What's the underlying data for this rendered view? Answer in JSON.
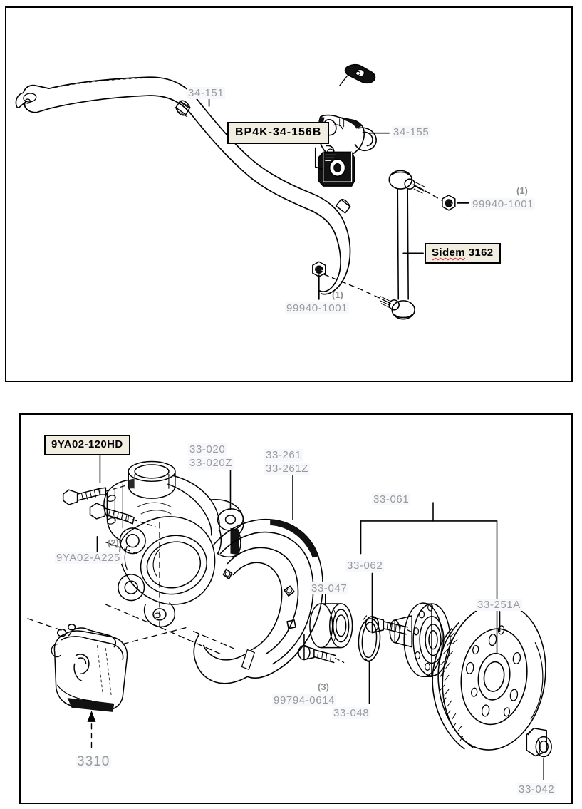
{
  "page": {
    "title": "Mazda front suspension and front brake exploded parts diagram",
    "background": "#ffffff"
  },
  "colors": {
    "label_gray": "#9a9a9a",
    "label_highlight_bg": "#f6f8fb",
    "box_bg": "#f2ede1",
    "box_border": "#000000",
    "spellcheck_underline": "#e03030",
    "line": "#000000"
  },
  "panels": [
    {
      "id": "stabilizer",
      "name": "Stabilizer bar panel",
      "labels": [
        {
          "id": "p34151",
          "text": "34-151",
          "type": "gray"
        },
        {
          "id": "p34155",
          "text": "34-155",
          "type": "gray"
        },
        {
          "id": "p99940a",
          "text": "99940-1001",
          "type": "gray",
          "qty": "(1)"
        },
        {
          "id": "p99940b",
          "text": "99940-1001",
          "type": "gray",
          "qty": "(1)"
        },
        {
          "id": "bp4k",
          "text": "BP4K-34-156B",
          "type": "box"
        },
        {
          "id": "sidem",
          "text_a": "Sidem",
          "text_b": " 3162",
          "type": "box",
          "spellcheck": true
        }
      ]
    },
    {
      "id": "brake",
      "name": "Front brake and knuckle panel",
      "labels": [
        {
          "id": "p9ya02_120hd",
          "text": "9YA02-120HD",
          "type": "box"
        },
        {
          "id": "p9ya02_a225",
          "text": "9YA02-A225",
          "type": "gray",
          "qty": "(2)"
        },
        {
          "id": "p33020",
          "text": "33-020",
          "type": "gray"
        },
        {
          "id": "p33020z",
          "text": "33-020Z",
          "type": "gray"
        },
        {
          "id": "p33261",
          "text": "33-261",
          "type": "gray"
        },
        {
          "id": "p33261z",
          "text": "33-261Z",
          "type": "gray"
        },
        {
          "id": "p33061",
          "text": "33-061",
          "type": "gray"
        },
        {
          "id": "p33062",
          "text": "33-062",
          "type": "gray"
        },
        {
          "id": "p33047",
          "text": "33-047",
          "type": "gray"
        },
        {
          "id": "p33048",
          "text": "33-048",
          "type": "gray"
        },
        {
          "id": "p99794",
          "text": "99794-0614",
          "type": "gray",
          "qty": "(3)"
        },
        {
          "id": "p33251a",
          "text": "33-251A",
          "type": "gray"
        },
        {
          "id": "p33042",
          "text": "33-042",
          "type": "gray"
        },
        {
          "id": "p3310",
          "text": "3310",
          "type": "gray"
        }
      ]
    }
  ]
}
